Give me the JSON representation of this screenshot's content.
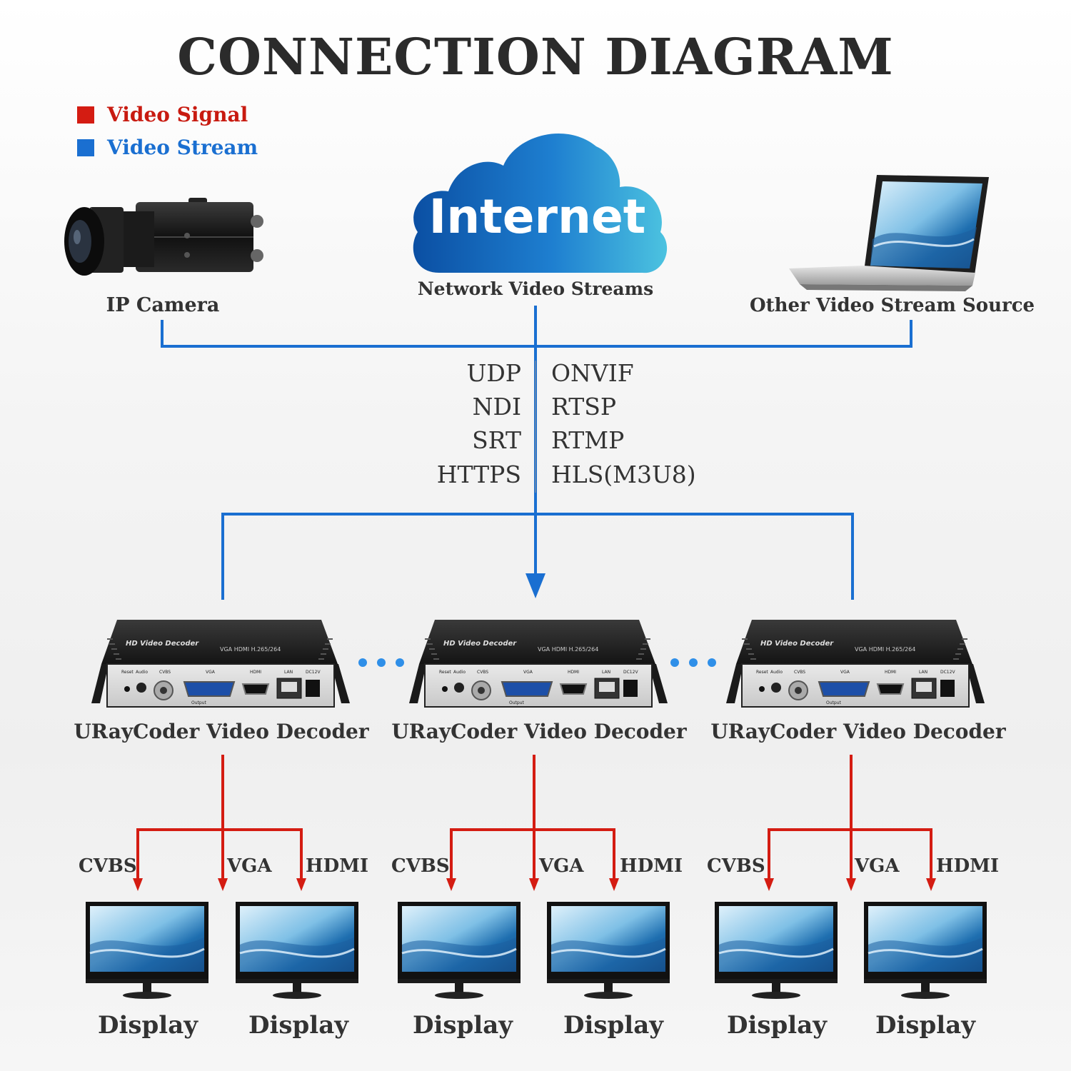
{
  "title": "CONNECTION DIAGRAM",
  "legend": [
    {
      "label": "Video Signal",
      "color": "#d41c12"
    },
    {
      "label": "Video Stream",
      "color": "#1a6fd1"
    }
  ],
  "colors": {
    "signal": "#d41c12",
    "stream": "#1a6fd1",
    "cloud_dark": "#0b4fa3",
    "cloud_light": "#4cc3e0"
  },
  "sources": {
    "camera": "IP Camera",
    "internet": "Internet",
    "internet_caption": "Network Video Streams",
    "laptop": "Other Video Stream Source"
  },
  "protocols_left": [
    "UDP",
    "NDI",
    "SRT",
    "HTTPS"
  ],
  "protocols_right": [
    "ONVIF",
    "RTSP",
    "RTMP",
    "HLS(M3U8)"
  ],
  "decoders": [
    {
      "label": "URayCoder Video Decoder",
      "front_title": "HD Video Decoder",
      "front_sub": "VGA HDMI H.265/264",
      "ports": [
        "Reset",
        "Audio",
        "CVBS",
        "VGA",
        "HDMI",
        "LAN",
        "DC12V"
      ],
      "output_label": "Output",
      "outputs": [
        "CVBS",
        "VGA",
        "HDMI"
      ],
      "displays": [
        "Display",
        "Display"
      ]
    },
    {
      "label": "URayCoder Video Decoder",
      "front_title": "HD Video Decoder",
      "front_sub": "VGA HDMI H.265/264",
      "ports": [
        "Reset",
        "Audio",
        "CVBS",
        "VGA",
        "HDMI",
        "LAN",
        "DC12V"
      ],
      "output_label": "Output",
      "outputs": [
        "CVBS",
        "VGA",
        "HDMI"
      ],
      "displays": [
        "Display",
        "Display"
      ]
    },
    {
      "label": "URayCoder Video Decoder",
      "front_title": "HD Video Decoder",
      "front_sub": "VGA HDMI H.265/264",
      "ports": [
        "Reset",
        "Audio",
        "CVBS",
        "VGA",
        "HDMI",
        "LAN",
        "DC12V"
      ],
      "output_label": "Output",
      "outputs": [
        "CVBS",
        "VGA",
        "HDMI"
      ],
      "displays": [
        "Display",
        "Display"
      ]
    }
  ]
}
